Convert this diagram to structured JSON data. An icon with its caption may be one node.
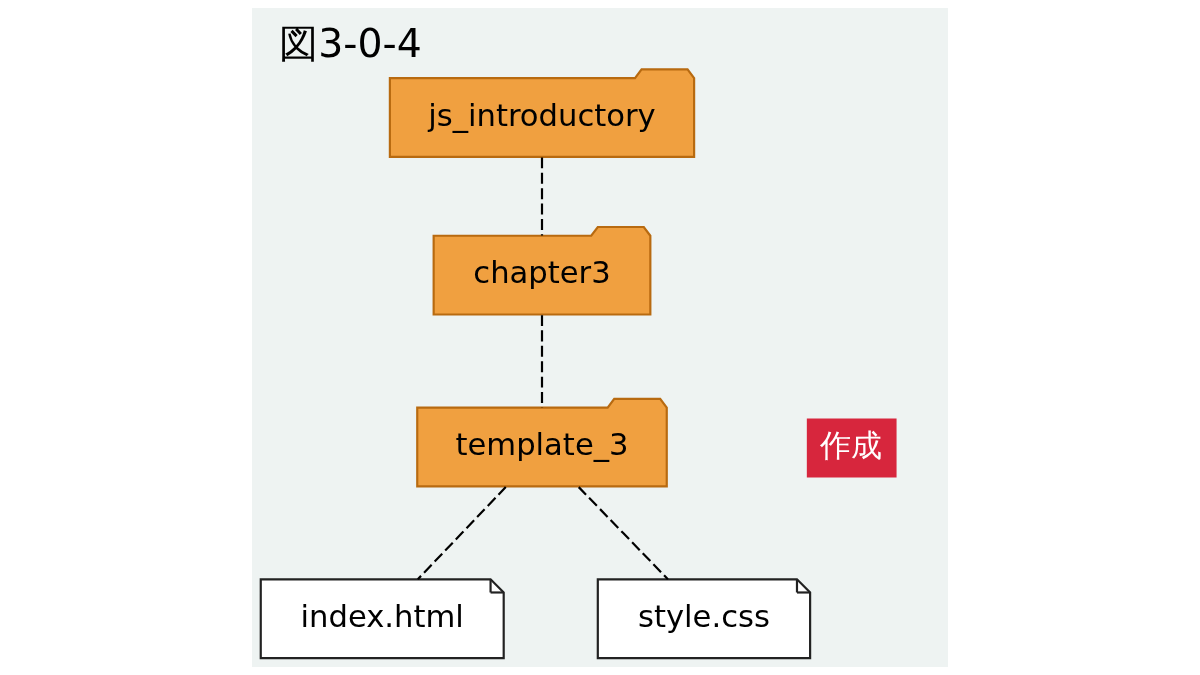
{
  "diagram": {
    "title": "図3-0-4",
    "nodes": [
      {
        "text": [
          "js_introductory"
        ]
      },
      {
        "text": [
          "chapter3"
        ]
      },
      {
        "text": [
          "template_3"
        ]
      },
      {
        "text": [
          "index.html"
        ]
      },
      {
        "text": [
          "style.css"
        ]
      }
    ],
    "edges": [
      {
        "from": 0,
        "to": 1,
        "arrow": "none",
        "style": "dashed"
      },
      {
        "from": 1,
        "to": 2,
        "arrow": "none",
        "style": "dashed"
      },
      {
        "from": 2,
        "to": 3,
        "arrow": "none",
        "style": "dashed"
      },
      {
        "from": 2,
        "to": 4,
        "arrow": "none",
        "style": "dashed"
      }
    ],
    "labels": [
      "作成"
    ]
  }
}
